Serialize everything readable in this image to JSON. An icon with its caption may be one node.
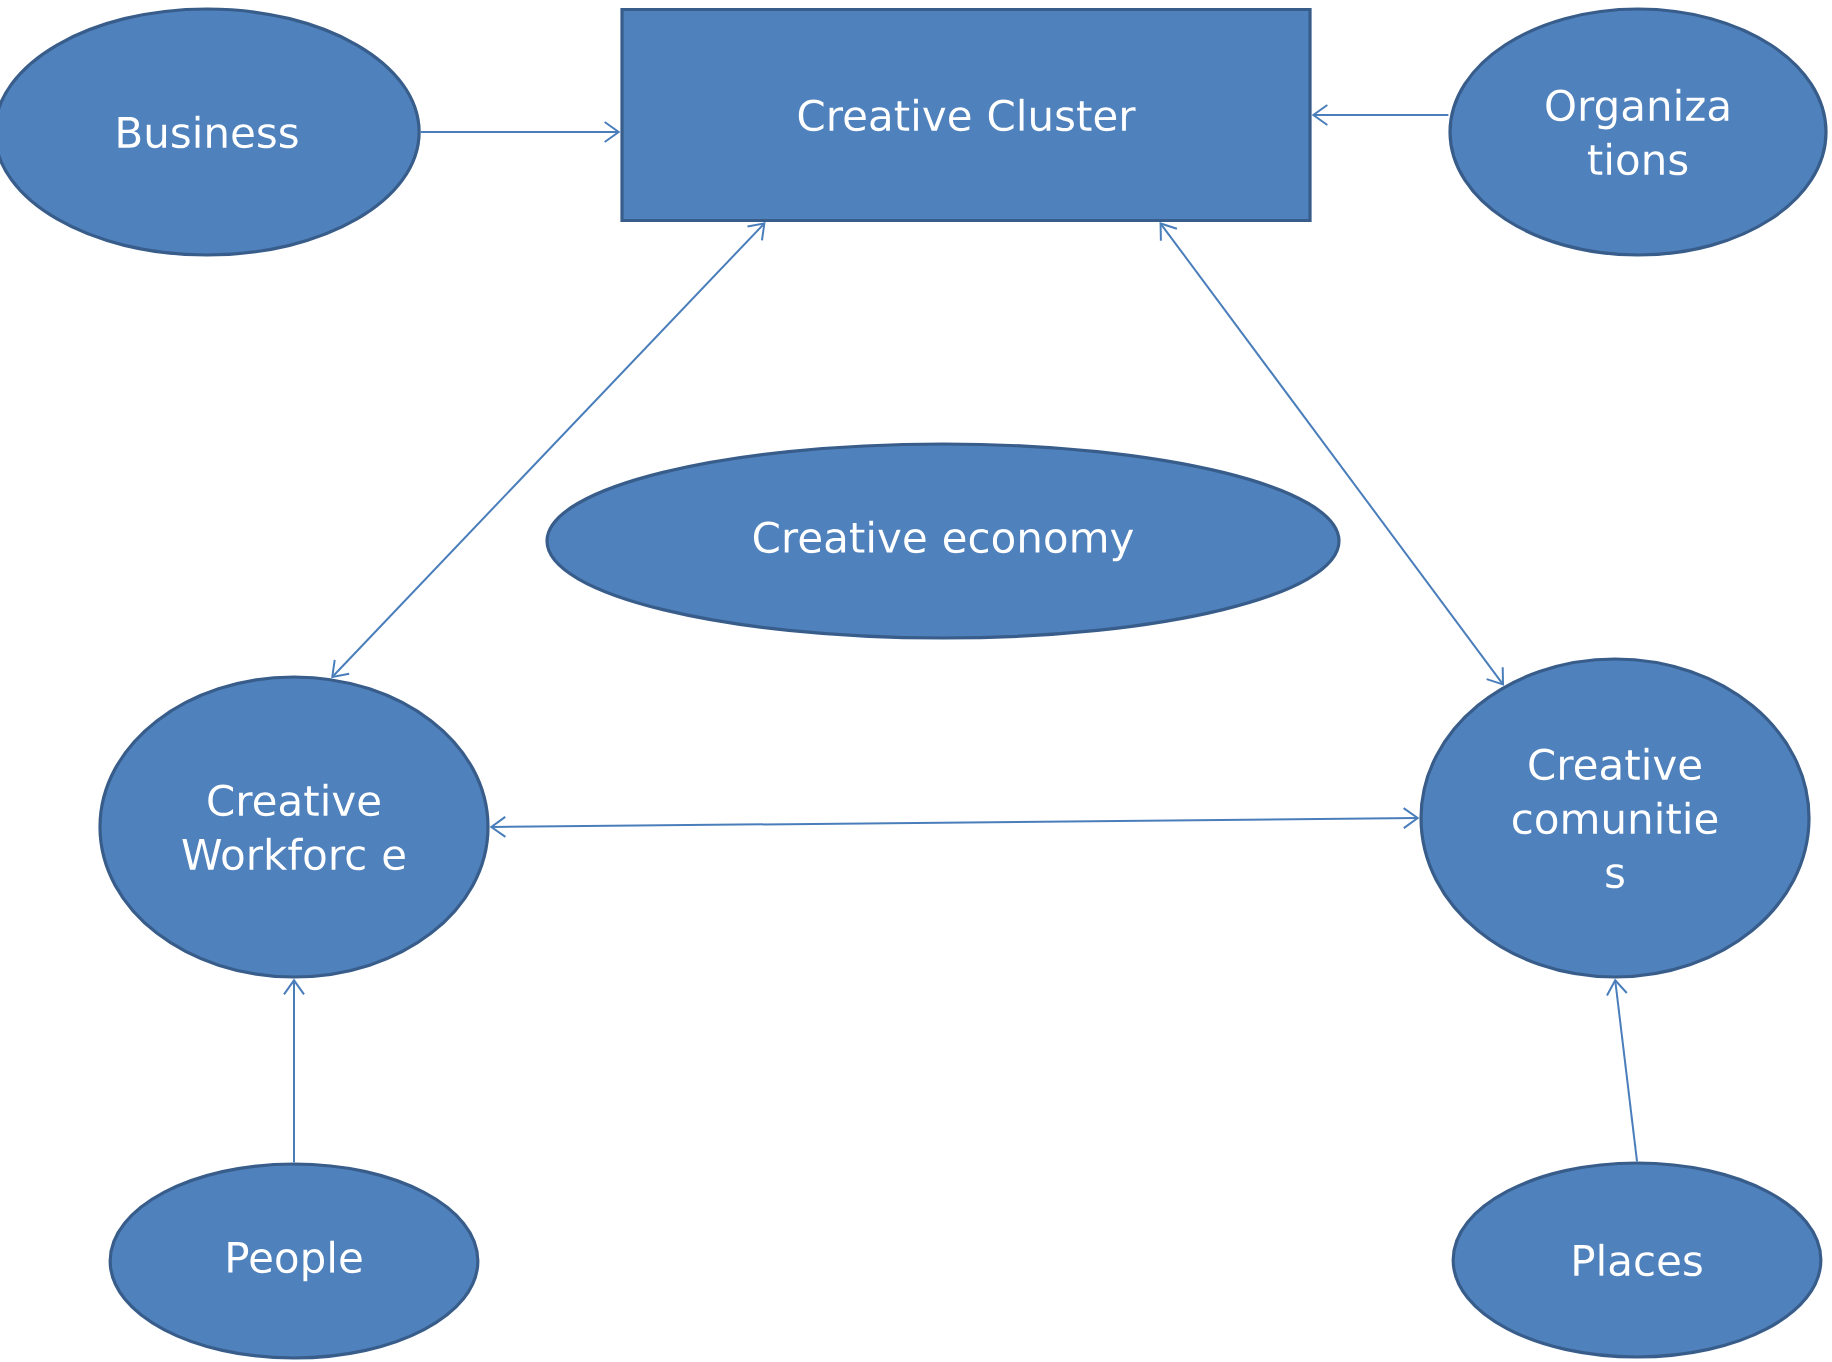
{
  "diagram": {
    "nodes": [
      {
        "text": [
          "Business"
        ]
      },
      {
        "text": [
          "Creative Cluster"
        ]
      },
      {
        "text": [
          "Organiza tions"
        ]
      },
      {
        "text": [
          "Creative economy"
        ]
      },
      {
        "text": [
          "Creative Workforc e"
        ]
      },
      {
        "text": [
          "Creative comunitie s"
        ]
      },
      {
        "text": [
          "People"
        ]
      },
      {
        "text": [
          "Places"
        ]
      }
    ],
    "edges": [
      {
        "from": 0,
        "to": 1,
        "arrow": "to"
      },
      {
        "from": 2,
        "to": 1,
        "arrow": "to"
      },
      {
        "from": 1,
        "to": 4,
        "arrow": "both"
      },
      {
        "from": 1,
        "to": 5,
        "arrow": "both"
      },
      {
        "from": 4,
        "to": 5,
        "arrow": "both"
      },
      {
        "from": 6,
        "to": 4,
        "arrow": "to"
      },
      {
        "from": 7,
        "to": 5,
        "arrow": "to"
      }
    ]
  }
}
